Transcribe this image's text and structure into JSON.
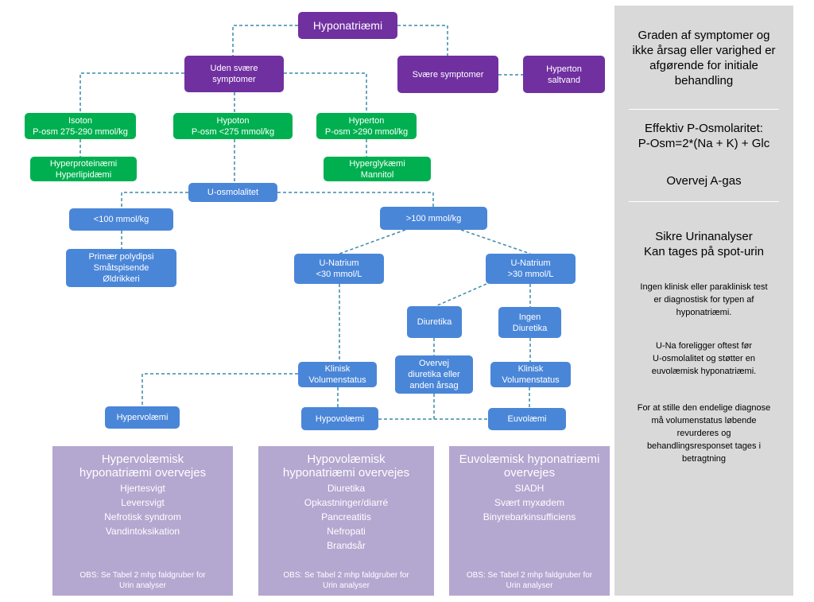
{
  "colors": {
    "purple": "#7030a0",
    "green": "#00b050",
    "blue": "#4a86d8",
    "result": "#b4a7d0",
    "side_panel": "#d9d9d9",
    "connector": "#3c8aa8"
  },
  "nodes": {
    "root": "Hyponatriæmi",
    "uden_svaere": "Uden svære\nsymptomer",
    "svaere": "Svære symptomer",
    "hyperton_saltvand": "Hyperton\nsaltvand",
    "isoton": "Isoton\nP-osm 275-290 mmol/kg",
    "hypoton": "Hypoton\nP-osm <275 mmol/kg",
    "hyperton": "Hyperton\nP-osm >290 mmol/kg",
    "hyperprotein": "Hyperproteinæmi\nHyperlipidæmi",
    "hyperglyk": "Hyperglykæmi\nMannitol",
    "u_osm": "U-osmolalitet",
    "lt100": "<100 mmol/kg",
    "gt100": ">100 mmol/kg",
    "primaer": "Primær polydipsi\nSmåtspisende\nØldrikkeri",
    "u_na_lt30": "U-Natrium\n<30 mmol/L",
    "u_na_gt30": "U-Natrium\n>30 mmol/L",
    "diuretika": "Diuretika",
    "ingen_diuretika": "Ingen\nDiuretika",
    "overvej": "Overvej\ndiuretika eller\nanden årsag",
    "klinisk1": "Klinisk\nVolumenstatus",
    "klinisk2": "Klinisk\nVolumenstatus",
    "hypervol": "Hypervolæmi",
    "hypovol": "Hypovolæmi",
    "euvol": "Euvolæmi"
  },
  "results": {
    "hyper": {
      "title": "Hypervolæmisk\nhyponatriæmi  overvejes",
      "items": "Hjertesvigt\nLeversvigt\nNefrotisk syndrom\nVandintoksikation",
      "note": "OBS: Se Tabel 2 mhp faldgruber for\nUrin analyser"
    },
    "hypo": {
      "title": "Hypovolæmisk\nhyponatriæmi overvejes",
      "items": "Diuretika\nOpkastninger/diarré\nPancreatitis\nNefropati\nBrandsår",
      "note": "OBS: Se Tabel 2 mhp faldgruber for\nUrin analyser"
    },
    "eu": {
      "title": "Euvolæmisk hyponatriæmi\novervejes",
      "items": "SIADH\nSvært myxødem\nBinyrebarkinsufficiens",
      "note": "OBS: Se Tabel 2 mhp faldgruber for\nUrin analyser"
    }
  },
  "side": {
    "p1": "Graden af symptomer og\nikke årsag eller varighed er\nafgørende for initiale\nbehandling",
    "p2": "Effektiv P-Osmolaritet:\nP-Osm=2*(Na + K) + Glc",
    "p3": "Overvej A-gas",
    "p4": "Sikre Urinanalyser\nKan tages på spot-urin",
    "p5": "Ingen klinisk eller paraklinisk test\ner diagnostisk  for typen af\nhyponatriæmi.",
    "p6": "U-Na foreligger oftest før\nU-osmolalitet og støtter en\neuvolæmisk hyponatriæmi.",
    "p7": "For at stille den endelige diagnose\nmå volumenstatus løbende\nrevurderes og\nbehandlingsresponset tages i\nbetragtning"
  }
}
